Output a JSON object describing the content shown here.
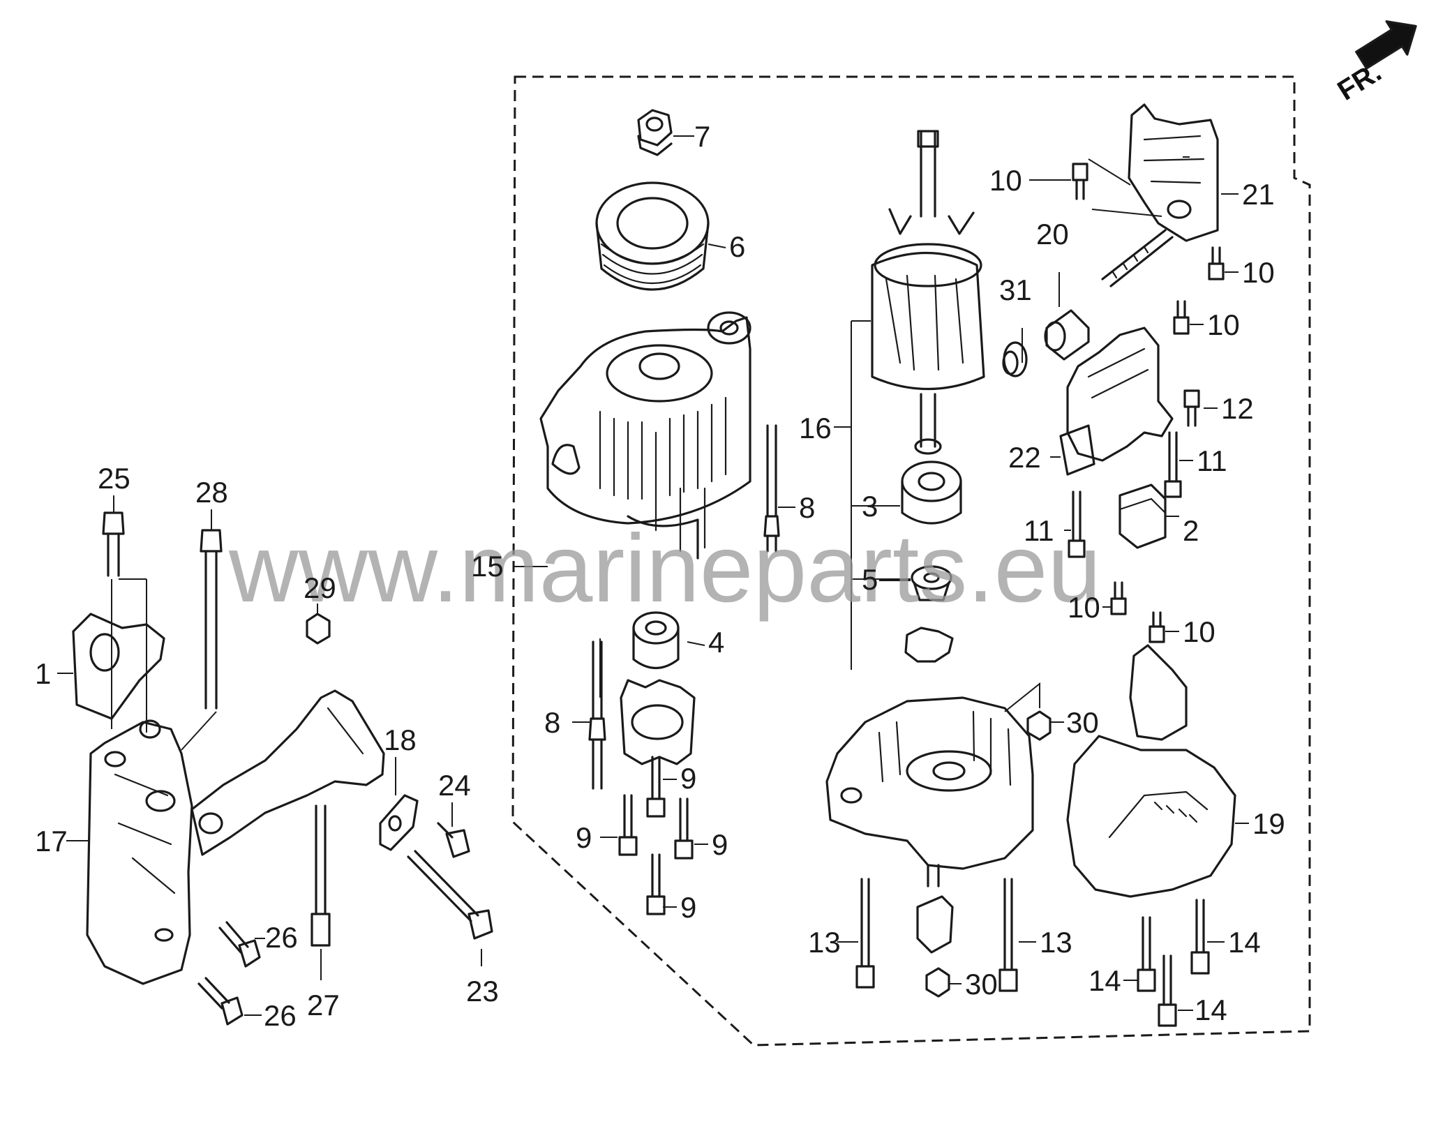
{
  "watermark": "www.marineparts.eu",
  "orientation": {
    "label": "FR.",
    "icon": "front-direction-arrow-icon"
  },
  "callouts": [
    {
      "id": "c1",
      "label": "1"
    },
    {
      "id": "c2",
      "label": "2"
    },
    {
      "id": "c3",
      "label": "3"
    },
    {
      "id": "c4",
      "label": "4"
    },
    {
      "id": "c5",
      "label": "5"
    },
    {
      "id": "c6",
      "label": "6"
    },
    {
      "id": "c7",
      "label": "7"
    },
    {
      "id": "c8a",
      "label": "8"
    },
    {
      "id": "c8b",
      "label": "8"
    },
    {
      "id": "c9a",
      "label": "9"
    },
    {
      "id": "c9b",
      "label": "9"
    },
    {
      "id": "c9c",
      "label": "9"
    },
    {
      "id": "c9d",
      "label": "9"
    },
    {
      "id": "c10a",
      "label": "10"
    },
    {
      "id": "c10b",
      "label": "10"
    },
    {
      "id": "c10c",
      "label": "10"
    },
    {
      "id": "c10d",
      "label": "10"
    },
    {
      "id": "c10e",
      "label": "10"
    },
    {
      "id": "c11a",
      "label": "11"
    },
    {
      "id": "c11b",
      "label": "11"
    },
    {
      "id": "c12",
      "label": "12"
    },
    {
      "id": "c13a",
      "label": "13"
    },
    {
      "id": "c13b",
      "label": "13"
    },
    {
      "id": "c14a",
      "label": "14"
    },
    {
      "id": "c14b",
      "label": "14"
    },
    {
      "id": "c14c",
      "label": "14"
    },
    {
      "id": "c15",
      "label": "15"
    },
    {
      "id": "c16",
      "label": "16"
    },
    {
      "id": "c17",
      "label": "17"
    },
    {
      "id": "c18",
      "label": "18"
    },
    {
      "id": "c19",
      "label": "19"
    },
    {
      "id": "c20",
      "label": "20"
    },
    {
      "id": "c21",
      "label": "21"
    },
    {
      "id": "c22",
      "label": "22"
    },
    {
      "id": "c23",
      "label": "23"
    },
    {
      "id": "c24",
      "label": "24"
    },
    {
      "id": "c25",
      "label": "25"
    },
    {
      "id": "c26a",
      "label": "26"
    },
    {
      "id": "c26b",
      "label": "26"
    },
    {
      "id": "c27",
      "label": "27"
    },
    {
      "id": "c28",
      "label": "28"
    },
    {
      "id": "c29",
      "label": "29"
    },
    {
      "id": "c30a",
      "label": "30"
    },
    {
      "id": "c30b",
      "label": "30"
    },
    {
      "id": "c31",
      "label": "31"
    }
  ]
}
